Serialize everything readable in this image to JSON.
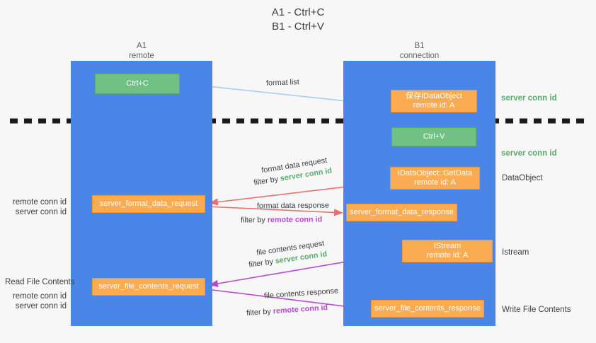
{
  "title": {
    "line1": "A1 - Ctrl+C",
    "line2": "B1 - Ctrl+V"
  },
  "columns": [
    {
      "name": "A1",
      "role": "remote",
      "color": "#4a86e8"
    },
    {
      "name": "B1",
      "role": "connection",
      "color": "#4a86e8"
    }
  ],
  "colors": {
    "lane": "#4a86e8",
    "green_box": "#71c184",
    "orange_box": "#fbab51",
    "server_conn_id": "#5aab6b",
    "remote_conn_id": "#b44ad0",
    "arrow_blue": "#a7cdf0",
    "arrow_red": "#e8706a",
    "arrow_purple": "#b44ad0",
    "arrow_black": "#000000",
    "background": "#f7f7f7"
  },
  "nodes": {
    "ctrl_c": {
      "label": "Ctrl+C",
      "style": "green"
    },
    "save_idataobject": {
      "label": "保存IDataObject",
      "sub": "remote id: A",
      "style": "orange"
    },
    "ctrl_v": {
      "label": "Ctrl+V",
      "style": "green"
    },
    "getdata": {
      "label": "IDataObject::GetData",
      "sub": "remote id: A",
      "style": "orange"
    },
    "format_data_request": {
      "label": "server_format_data_request",
      "style": "orange"
    },
    "format_data_response": {
      "label": "server_format_data_response",
      "style": "orange"
    },
    "istream": {
      "label": "IStream",
      "sub": "remote id: A",
      "style": "orange"
    },
    "file_contents_request": {
      "label": "server_file_contents_request",
      "style": "orange"
    },
    "file_contents_response": {
      "label": "server_file_contents_response",
      "style": "orange"
    }
  },
  "edges": {
    "format_list": {
      "label": "format list"
    },
    "format_data_request": {
      "label": "format data request",
      "filter_prefix": "filter by ",
      "filter_value": "server conn id"
    },
    "format_data_response": {
      "label": "format data response",
      "filter_prefix": "filter by ",
      "filter_value": "remote conn id"
    },
    "file_contents_request": {
      "label": "file contents request",
      "filter_prefix": "filter by ",
      "filter_value": "server conn id"
    },
    "file_contents_response": {
      "label": "file contents response",
      "filter_prefix": "filter by ",
      "filter_value": "remote conn id"
    }
  },
  "annotations": {
    "right": {
      "server_conn_id_top": "server conn id",
      "server_conn_id_mid": "server conn id",
      "dataobject": "DataObject",
      "istream": "Istream",
      "write_file_contents": "Write File Contents"
    },
    "left": {
      "remote_conn_id_top": "remote conn id",
      "server_conn_id_top": "server conn id",
      "read_file_contents": "Read File Contents",
      "remote_conn_id_bottom": "remote conn id",
      "server_conn_id_bottom": "server conn id"
    }
  }
}
